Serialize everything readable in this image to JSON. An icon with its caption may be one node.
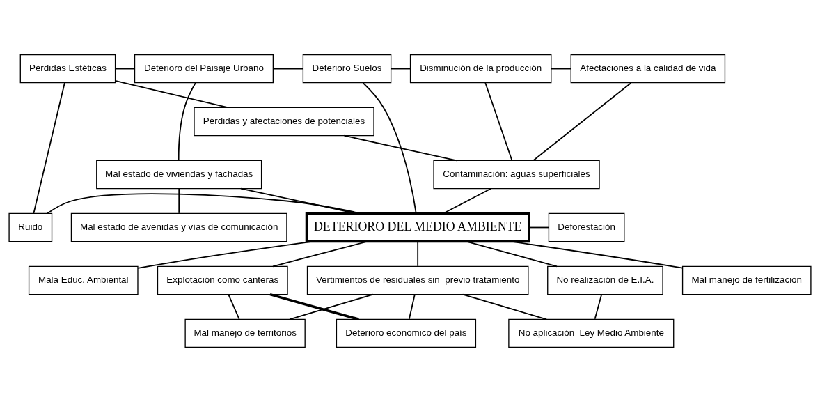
{
  "diagram": {
    "nodes": [
      {
        "text": [
          "Pérdidas y afectaciones de potenciales"
        ]
      },
      {
        "text": [
          "Pérdidas Estéticas"
        ]
      },
      {
        "text": [
          "Deterioro del Paisaje Urbano"
        ]
      },
      {
        "text": [
          "Deterioro Suelos"
        ]
      },
      {
        "text": [
          "Disminución de la producción"
        ]
      },
      {
        "text": [
          "Afectaciones a la calidad de vida"
        ]
      },
      {
        "text": [
          "Mal estado de viviendas y fachadas"
        ]
      },
      {
        "text": [
          "Contaminación: aguas superficiales"
        ]
      },
      {
        "text": [
          "Mal estado de avenidas y vías de comunicación"
        ]
      },
      {
        "text": [
          "DETERIORO DEL MEDIO AMBIENTE"
        ]
      },
      {
        "text": [
          "Deforestación"
        ]
      },
      {
        "text": [
          "Ruido"
        ]
      },
      {
        "text": [
          "Mala Educ. Ambiental"
        ]
      },
      {
        "text": [
          "Explotación como canteras"
        ]
      },
      {
        "text": [
          "Vertimientos de residuales sin  previo tratamiento"
        ]
      },
      {
        "text": [
          "Mal manejo de fertilización"
        ]
      },
      {
        "text": [
          "No realización de E.I.A."
        ]
      },
      {
        "text": [
          "Deterioro económico del país"
        ]
      },
      {
        "text": [
          "Mal manejo de territorios"
        ]
      },
      {
        "text": [
          "No aplicación  Ley Medio Ambiente"
        ]
      }
    ],
    "edges": [
      {
        "from": 1,
        "to": 0,
        "arrow": "none"
      },
      {
        "from": 0,
        "to": 7,
        "arrow": "none"
      },
      {
        "from": 1,
        "to": 2,
        "arrow": "none"
      },
      {
        "from": 2,
        "to": 3,
        "arrow": "none"
      },
      {
        "from": 3,
        "to": 4,
        "arrow": "none"
      },
      {
        "from": 4,
        "to": 5,
        "arrow": "none"
      },
      {
        "from": 4,
        "to": 7,
        "arrow": "none"
      },
      {
        "from": 5,
        "to": 7,
        "arrow": "none"
      },
      {
        "from": 2,
        "to": 6,
        "arrow": "none"
      },
      {
        "from": 6,
        "to": 8,
        "arrow": "none"
      },
      {
        "from": 6,
        "to": 9,
        "arrow": "none"
      },
      {
        "from": 3,
        "to": 9,
        "arrow": "none"
      },
      {
        "from": 7,
        "to": 9,
        "arrow": "none"
      },
      {
        "from": 1,
        "to": 11,
        "arrow": "none"
      },
      {
        "from": 11,
        "to": 9,
        "arrow": "none"
      },
      {
        "from": 9,
        "to": 10,
        "arrow": "none"
      },
      {
        "from": 9,
        "to": 12,
        "arrow": "none"
      },
      {
        "from": 9,
        "to": 13,
        "arrow": "none"
      },
      {
        "from": 9,
        "to": 14,
        "arrow": "none"
      },
      {
        "from": 9,
        "to": 15,
        "arrow": "none"
      },
      {
        "from": 9,
        "to": 16,
        "arrow": "none"
      },
      {
        "from": 13,
        "to": 17,
        "arrow": "none",
        "style": "thick"
      },
      {
        "from": 13,
        "to": 18,
        "arrow": "none"
      },
      {
        "from": 14,
        "to": 17,
        "arrow": "none"
      },
      {
        "from": 14,
        "to": 18,
        "arrow": "none"
      },
      {
        "from": 14,
        "to": 19,
        "arrow": "none"
      },
      {
        "from": 16,
        "to": 19,
        "arrow": "none"
      }
    ]
  }
}
